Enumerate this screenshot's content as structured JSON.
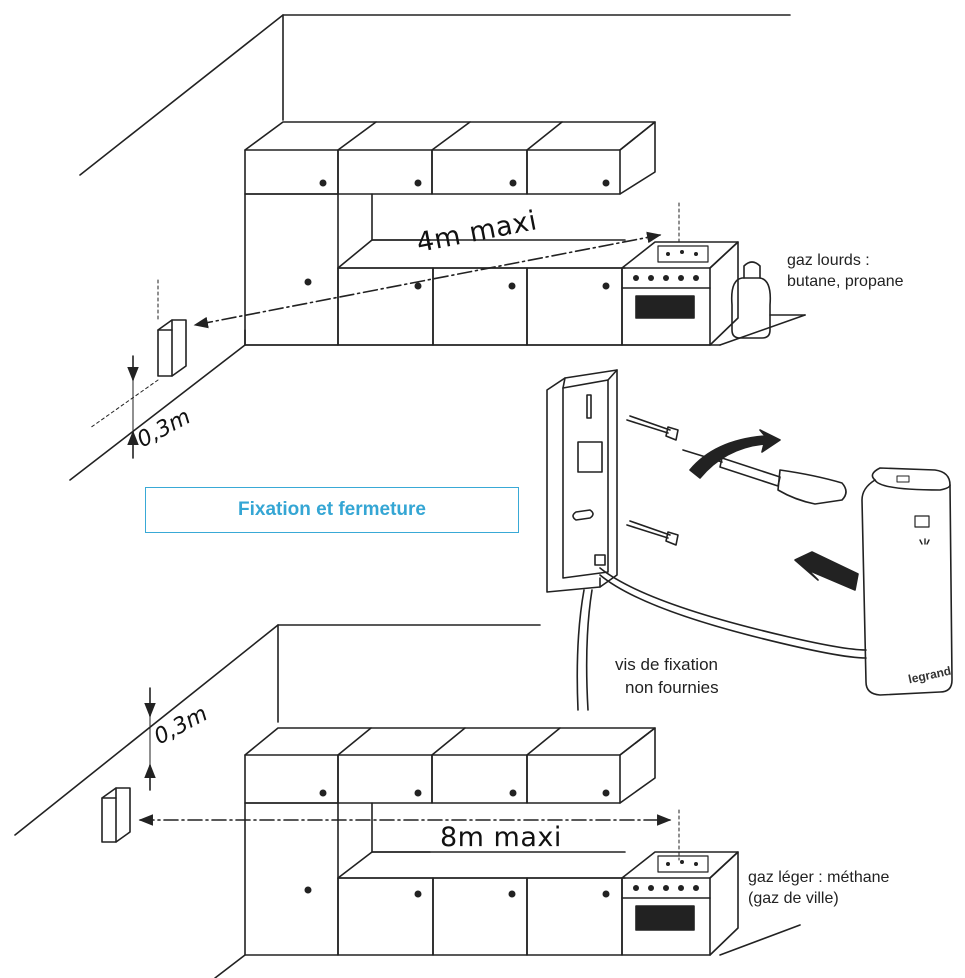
{
  "title": "Fixation et fermeture",
  "top_scene": {
    "distance_label": "4m maxi",
    "height_label": "0,3m",
    "gas_label_line1": "gaz lourds :",
    "gas_label_line2": "butane, propane"
  },
  "bottom_scene": {
    "distance_label": "8m maxi",
    "height_label": "0,3m",
    "gas_label_line1": "gaz léger : méthane",
    "gas_label_line2": "(gaz de ville)"
  },
  "mounting": {
    "screw_note_line1": "vis de fixation",
    "screw_note_line2": "non fournies",
    "brand": "legrand"
  },
  "colors": {
    "accent": "#35a6d4",
    "line": "#222222"
  }
}
